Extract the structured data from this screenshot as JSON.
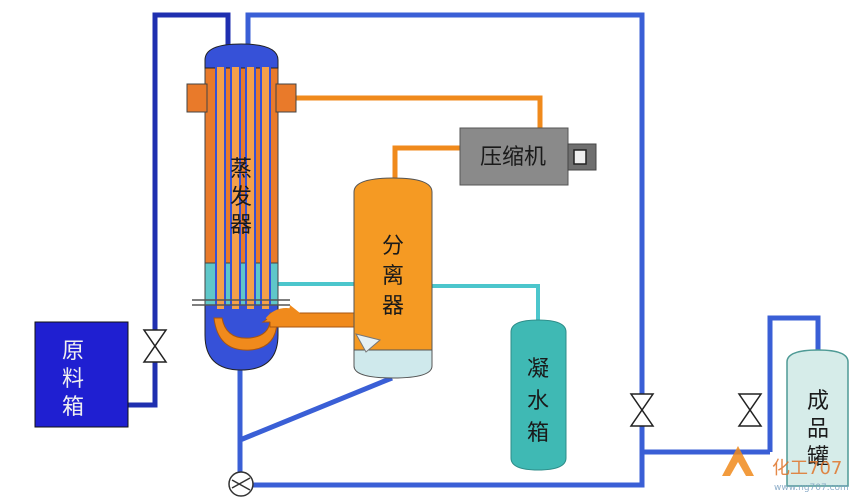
{
  "labels": {
    "evaporator": [
      "蒸",
      "发",
      "器"
    ],
    "separator": [
      "分",
      "离",
      "器"
    ],
    "compressor": "压缩机",
    "raw_tank": [
      "原",
      "料",
      "箱"
    ],
    "condensate_tank": [
      "凝",
      "水",
      "箱"
    ],
    "product_tank": [
      "成",
      "品",
      "罐"
    ],
    "watermark_brand": "化工707",
    "watermark_url": "www.ng707.com"
  },
  "colors": {
    "pipe_blue": "#3a5fd6",
    "pipe_dark_blue": "#1f2fb0",
    "pipe_orange": "#f08a1c",
    "pipe_cyan": "#4cc6cc",
    "evaporator_orange": "#e97a2a",
    "evaporator_blue": "#3651d8",
    "raw_tank": "#1f1fd1",
    "separator_orange": "#f59a23",
    "separator_bottom": "#cfe9ec",
    "compressor_gray": "#8a8a8a",
    "condensate_tank": "#3fb9b4",
    "product_tank": "#d6ece9"
  },
  "icons": [
    "valve-icon",
    "pump-icon",
    "watermark-logo-icon"
  ]
}
